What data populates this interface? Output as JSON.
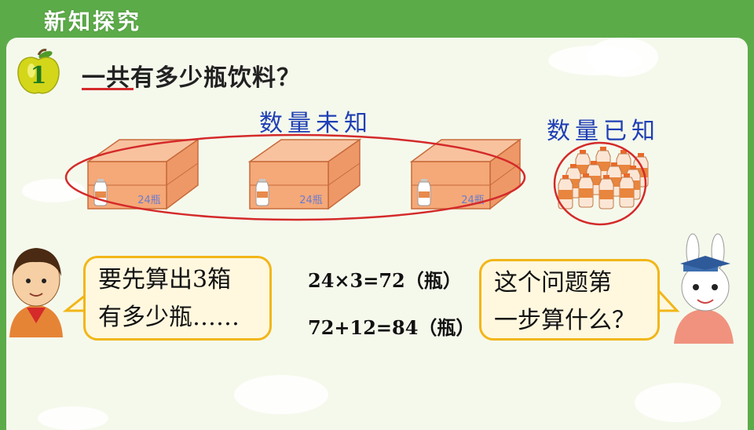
{
  "header": {
    "title": "新知探究"
  },
  "problem": {
    "number": "1",
    "question": "一共有多少瓶饮料？"
  },
  "labels": {
    "unknown": "数量未知",
    "known": "数量已知"
  },
  "boxes": [
    {
      "caption": "24瓶"
    },
    {
      "caption": "24瓶"
    },
    {
      "caption": "24瓶"
    }
  ],
  "loose_bottles": {
    "count": 12
  },
  "boy_bubble": {
    "line1": "要先算出3箱",
    "line2": "有多少瓶……"
  },
  "equations": [
    "24×3=72（瓶）",
    "72+12=84（瓶）"
  ],
  "rabbit_bubble": {
    "line1": "这个问题第",
    "line2": "一步算什么？"
  },
  "colors": {
    "header_green": "#5cab49",
    "panel_bg": "#f5f9ec",
    "box_orange": "#f5a878",
    "ellipse_red": "#d42a2a",
    "label_blue": "#1f3fb5",
    "bubble_border": "#f2b619",
    "bubble_fill": "#fff8df"
  }
}
